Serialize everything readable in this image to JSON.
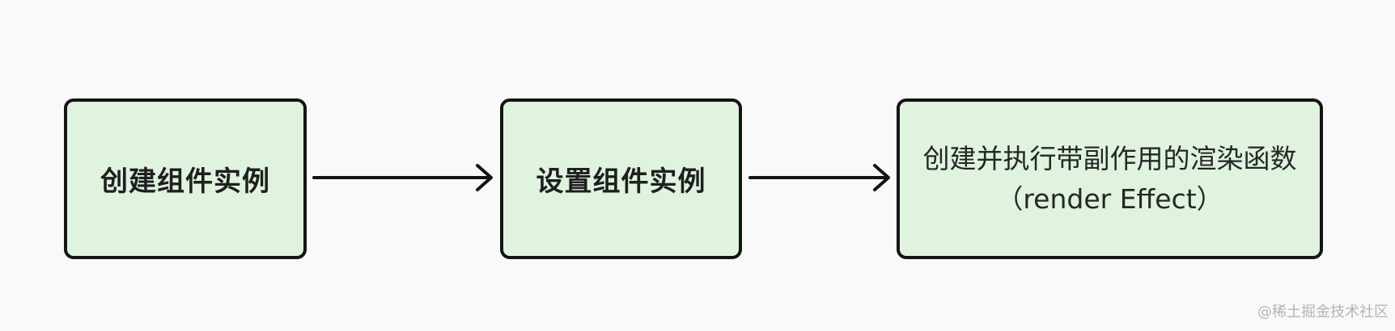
{
  "diagram": {
    "nodes": [
      {
        "id": "node-1",
        "label": "创建组件实例"
      },
      {
        "id": "node-2",
        "label": "设置组件实例"
      },
      {
        "id": "node-3",
        "label": "创建并执行带副作用的渲染函数",
        "sublabel": "（render Effect）"
      }
    ],
    "edges": [
      {
        "from": "node-1",
        "to": "node-2"
      },
      {
        "from": "node-2",
        "to": "node-3"
      }
    ]
  },
  "watermark": "@稀土掘金技术社区",
  "colors": {
    "background": "#f9f9f9",
    "node_fill": "#dff3de",
    "node_border": "#141414",
    "arrow": "#141414",
    "watermark": "#b4b4b4"
  }
}
